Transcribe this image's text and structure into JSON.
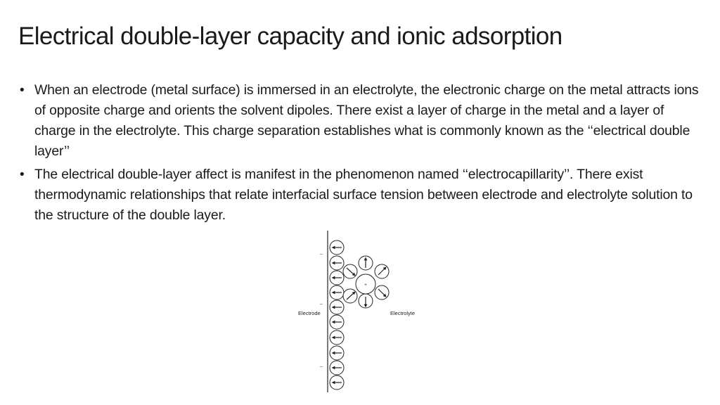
{
  "slide": {
    "title": "Electrical double-layer capacity and ionic adsorption",
    "bullets": [
      {
        "marker": "•",
        "text": "When an electrode (metal surface) is immersed in an electrolyte, the electronic charge on the metal attracts ions of opposite charge and orients the solvent dipoles. There exist a layer of charge in the metal and a layer of charge in the electrolyte. This charge separation establishes what is commonly known as the ‘‘electrical double layer’’"
      },
      {
        "marker": "•",
        "text": "The electrical double-layer affect is manifest in the phenomenon named ‘‘electrocapillarity’’. There exist thermodynamic relationships that relate interfacial surface tension between electrode and electrolyte solution to the structure of the double layer."
      }
    ]
  },
  "figure": {
    "electrode_label": "Electrode",
    "electrolyte_label": "Electrolyte",
    "ion_sign": "+",
    "electrode_charge_sign": "–"
  }
}
